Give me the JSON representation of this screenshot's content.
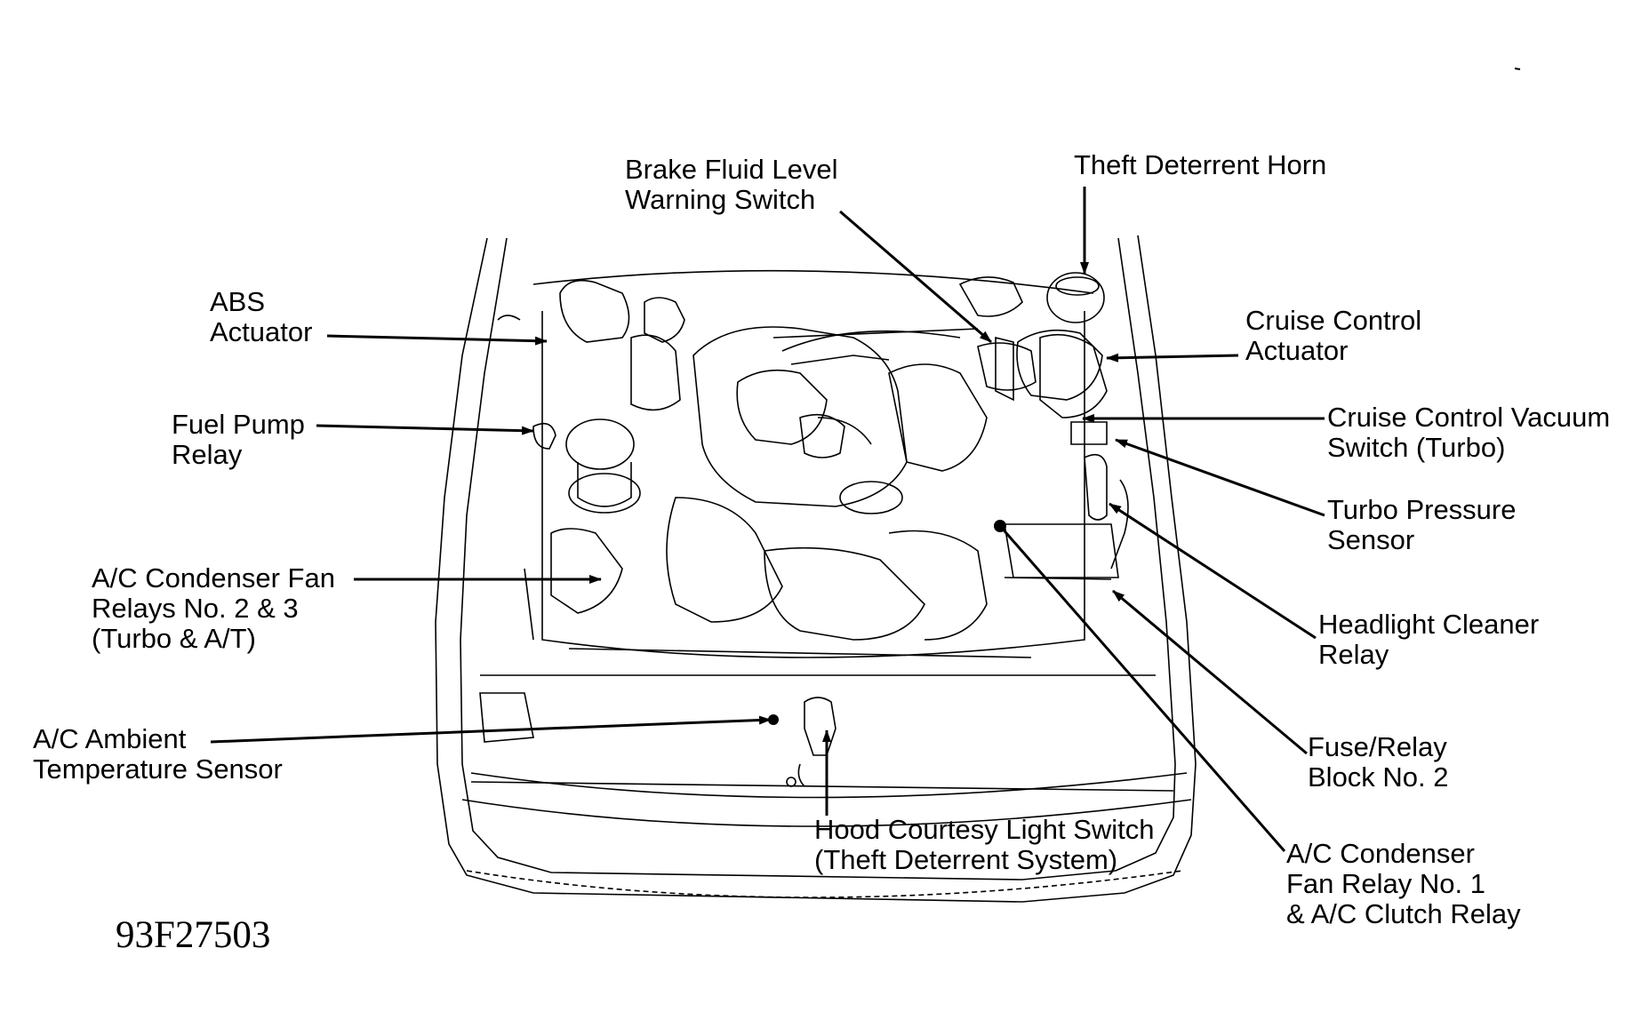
{
  "diagram": {
    "labels": {
      "brake_fluid": [
        "Brake Fluid Level",
        "Warning Switch"
      ],
      "theft_horn": [
        "Theft Deterrent Horn"
      ],
      "abs": [
        "ABS",
        "Actuator"
      ],
      "cruise_actuator": [
        "Cruise Control",
        "Actuator"
      ],
      "cruise_vacuum": [
        "Cruise Control Vacuum",
        "Switch (Turbo)"
      ],
      "fuel_pump": [
        "Fuel Pump",
        "Relay"
      ],
      "turbo_pressure": [
        "Turbo Pressure",
        "Sensor"
      ],
      "ac_fan_relays_23": [
        "A/C Condenser Fan",
        "Relays No. 2 & 3",
        "(Turbo & A/T)"
      ],
      "headlight_cleaner": [
        "Headlight Cleaner",
        "Relay"
      ],
      "ac_ambient": [
        "A/C Ambient",
        "Temperature Sensor"
      ],
      "fuse_relay": [
        "Fuse/Relay",
        "Block No. 2"
      ],
      "hood_courtesy": [
        "Hood Courtesy Light Switch",
        "(Theft Deterrent System)"
      ],
      "ac_fan_relay_1": [
        "A/C Condenser",
        "Fan Relay No. 1",
        "& A/C Clutch Relay"
      ]
    },
    "figure_code": "93F27503",
    "colors": {
      "ink": "#000000",
      "paper": "#ffffff",
      "faint": "#555555"
    }
  }
}
